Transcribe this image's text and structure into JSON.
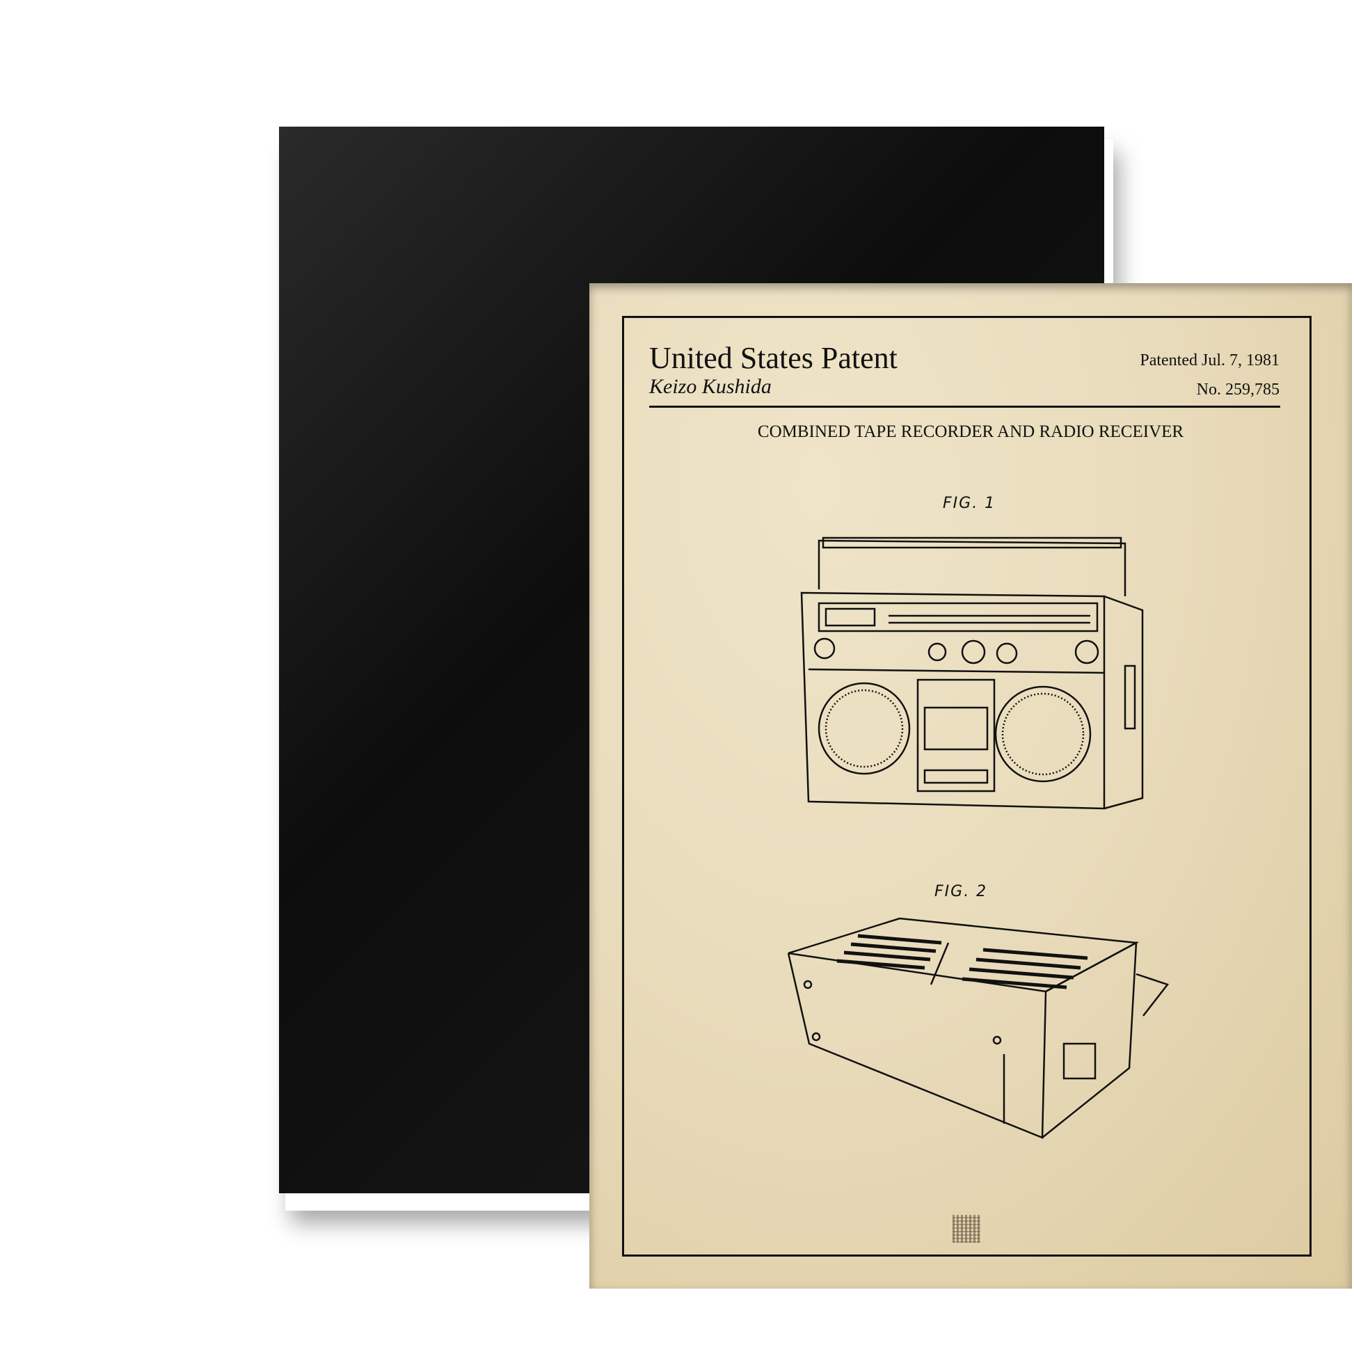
{
  "poster": {
    "title": "United States Patent",
    "inventor": "Keizo Kushida",
    "date": "Patented Jul. 7, 1981",
    "number": "No. 259,785",
    "subtitle": "COMBINED TAPE RECORDER AND RADIO RECEIVER",
    "fig1_label": "FIG. 1",
    "fig2_label": "FIG. 2"
  },
  "colors": {
    "paper": "#e9dcbc",
    "ink": "#111111",
    "frame": "#151515"
  }
}
